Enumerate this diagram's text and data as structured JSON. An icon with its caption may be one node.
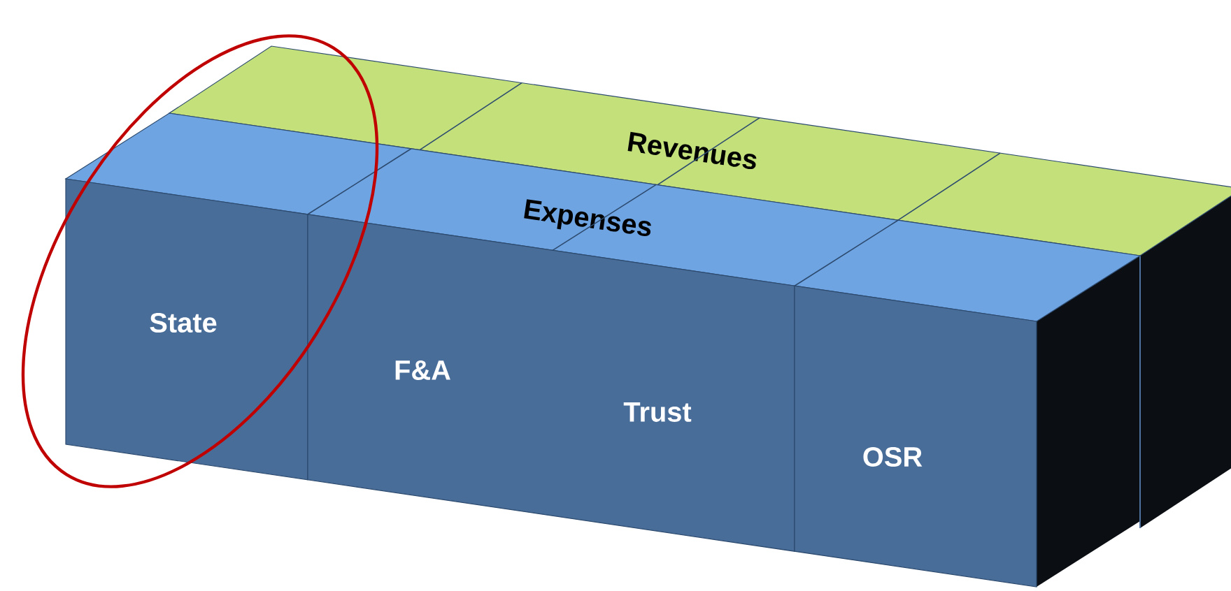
{
  "diagram": {
    "nodes": [
      {
        "text": [
          "Revenues"
        ]
      },
      {
        "text": [
          "Expenses"
        ]
      },
      {
        "text": [
          "State"
        ]
      },
      {
        "text": [
          "F&A",
          "Trust"
        ]
      },
      {
        "text": [
          "OSR"
        ]
      }
    ]
  }
}
